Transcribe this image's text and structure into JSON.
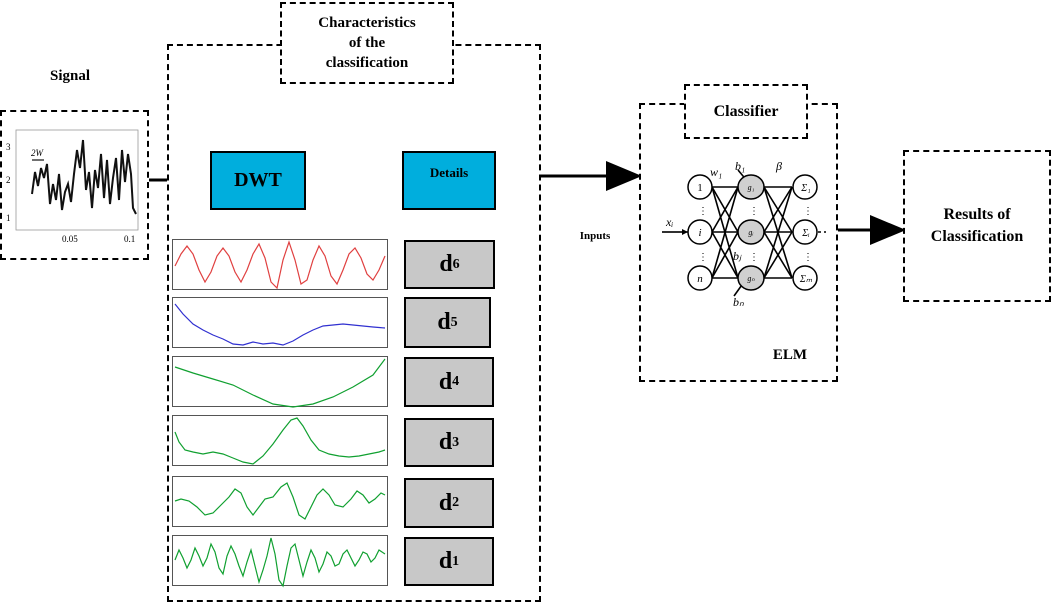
{
  "signal": {
    "label": "Signal",
    "ticks_x": [
      "0.05",
      "0.1"
    ],
    "ticks_y": [
      "3",
      "2",
      "1"
    ],
    "window_label": "2W"
  },
  "characteristics": {
    "title_line1": "Characteristics",
    "title_line2": "of the",
    "title_line3": "classification"
  },
  "dwt": {
    "label": "DWT"
  },
  "details": {
    "label": "Details"
  },
  "coefficients": [
    {
      "name": "d",
      "sub": "6",
      "color": "#e04040"
    },
    {
      "name": "d",
      "sub": "5",
      "color": "#3030d0"
    },
    {
      "name": "d",
      "sub": "4",
      "color": "#10a030"
    },
    {
      "name": "d",
      "sub": "3",
      "color": "#10a030"
    },
    {
      "name": "d",
      "sub": "2",
      "color": "#10a030"
    },
    {
      "name": "d",
      "sub": "1",
      "color": "#10a030"
    }
  ],
  "inputs": {
    "label": "Inputs"
  },
  "classifier": {
    "title": "Classifier",
    "subtitle": "ELM",
    "network": {
      "input_nodes": [
        "1",
        "i",
        "n"
      ],
      "hidden_nodes": [
        "g₁",
        "gᵢ",
        "gₙ"
      ],
      "output_nodes": [
        "Σ₁",
        "Σᵢ",
        "Σₘ"
      ],
      "labels": {
        "w1": "w₁",
        "b1": "b₁",
        "bj": "bⱼ",
        "bN": "bₙ",
        "beta": "β",
        "xi": "xᵢ"
      }
    }
  },
  "results": {
    "line1": "Results of",
    "line2": "Classification"
  }
}
